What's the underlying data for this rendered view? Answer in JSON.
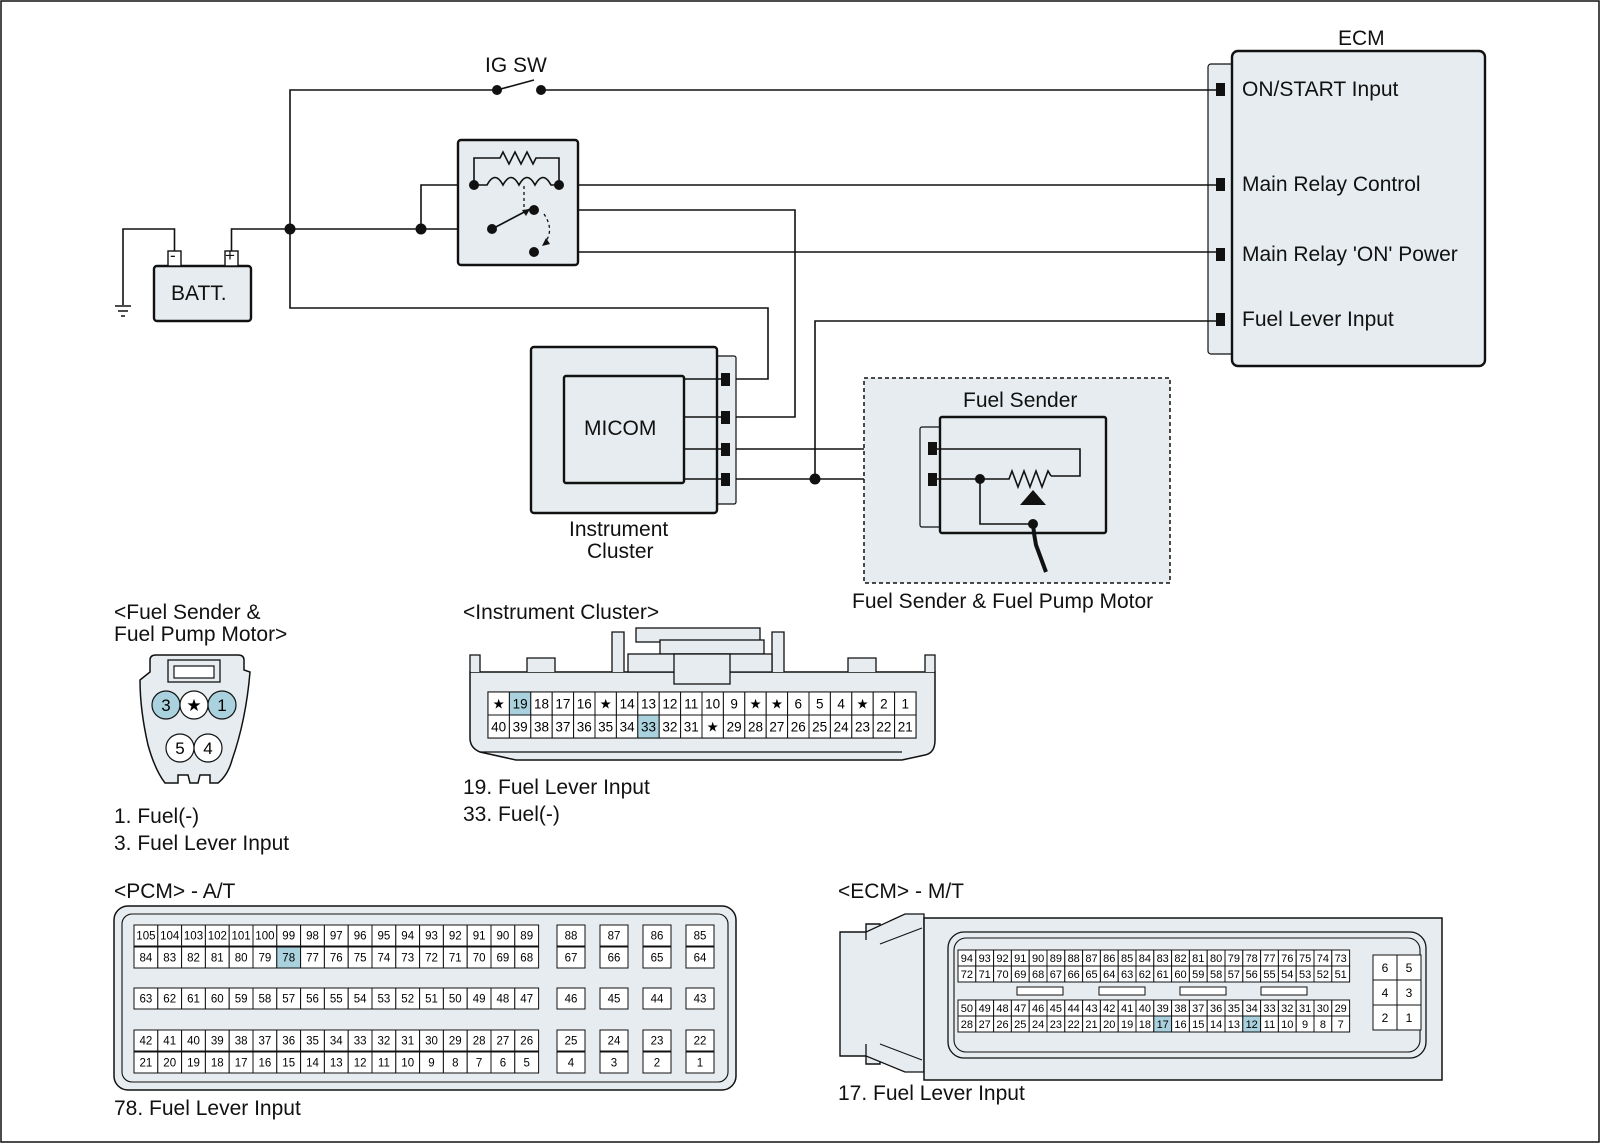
{
  "schematic": {
    "ig_sw": "IG SW",
    "ecm_title": "ECM",
    "ecm_pins": [
      "ON/START Input",
      "Main Relay Control",
      "Main Relay 'ON' Power",
      "Fuel Lever Input"
    ],
    "battery": "BATT.",
    "battery_minus": "-",
    "battery_plus": "+",
    "micom": "MICOM",
    "cluster_label": [
      "Instrument",
      "Cluster"
    ],
    "fuel_sender": "Fuel Sender",
    "fuel_box_label": "Fuel Sender & Fuel Pump Motor"
  },
  "fuel_connector": {
    "title": [
      "<Fuel Sender &",
      "Fuel Pump Motor>"
    ],
    "pins_top": [
      "3",
      "★",
      "1"
    ],
    "pins_bottom": [
      "5",
      "4"
    ],
    "legend": [
      "1. Fuel(-)",
      "3. Fuel Lever Input"
    ]
  },
  "cluster_connector": {
    "title": "<Instrument Cluster>",
    "row1": [
      "★",
      "19",
      "18",
      "17",
      "16",
      "★",
      "14",
      "13",
      "12",
      "11",
      "10",
      "9",
      "★",
      "★",
      "6",
      "5",
      "4",
      "★",
      "2",
      "1"
    ],
    "row2": [
      "40",
      "39",
      "38",
      "37",
      "36",
      "35",
      "34",
      "33",
      "32",
      "31",
      "★",
      "29",
      "28",
      "27",
      "26",
      "25",
      "24",
      "23",
      "22",
      "21"
    ],
    "highlight": [
      "19",
      "33"
    ],
    "legend": [
      "19. Fuel Lever Input",
      "33. Fuel(-)"
    ]
  },
  "pcm_connector": {
    "title": "<PCM> - A/T",
    "r1": [
      "105",
      "104",
      "103",
      "102",
      "101",
      "100",
      "99",
      "98",
      "97",
      "96",
      "95",
      "94",
      "93",
      "92",
      "91",
      "90",
      "89"
    ],
    "r2": [
      "84",
      "83",
      "82",
      "81",
      "80",
      "79",
      "78",
      "77",
      "76",
      "75",
      "74",
      "73",
      "72",
      "71",
      "70",
      "69",
      "68"
    ],
    "r3": [
      "63",
      "62",
      "61",
      "60",
      "59",
      "58",
      "57",
      "56",
      "55",
      "54",
      "53",
      "52",
      "51",
      "50",
      "49",
      "48",
      "47"
    ],
    "r4": [
      "42",
      "41",
      "40",
      "39",
      "38",
      "37",
      "36",
      "35",
      "34",
      "33",
      "32",
      "31",
      "30",
      "29",
      "28",
      "27",
      "26"
    ],
    "r5": [
      "21",
      "20",
      "19",
      "18",
      "17",
      "16",
      "15",
      "14",
      "13",
      "12",
      "11",
      "10",
      "9",
      "8",
      "7",
      "6",
      "5"
    ],
    "side_top": [
      [
        "88",
        "67"
      ],
      [
        "87",
        "66"
      ],
      [
        "86",
        "65"
      ],
      [
        "85",
        "64"
      ]
    ],
    "side_mid": [
      "46",
      "45",
      "44",
      "43"
    ],
    "side_bot": [
      [
        "25",
        "4"
      ],
      [
        "24",
        "3"
      ],
      [
        "23",
        "2"
      ],
      [
        "22",
        "1"
      ]
    ],
    "highlight": [
      "78"
    ],
    "legend": "78. Fuel Lever Input"
  },
  "ecm_connector": {
    "title": "<ECM> - M/T",
    "r1": [
      "94",
      "93",
      "92",
      "91",
      "90",
      "89",
      "88",
      "87",
      "86",
      "85",
      "84",
      "83",
      "82",
      "81",
      "80",
      "79",
      "78",
      "77",
      "76",
      "75",
      "74",
      "73"
    ],
    "r2": [
      "72",
      "71",
      "70",
      "69",
      "68",
      "67",
      "66",
      "65",
      "64",
      "63",
      "62",
      "61",
      "60",
      "59",
      "58",
      "57",
      "56",
      "55",
      "54",
      "53",
      "52",
      "51"
    ],
    "r3": [
      "50",
      "49",
      "48",
      "47",
      "46",
      "45",
      "44",
      "43",
      "42",
      "41",
      "40",
      "39",
      "38",
      "37",
      "36",
      "35",
      "34",
      "33",
      "32",
      "31",
      "30",
      "29"
    ],
    "r4": [
      "28",
      "27",
      "26",
      "25",
      "24",
      "23",
      "22",
      "21",
      "20",
      "19",
      "18",
      "17",
      "16",
      "15",
      "14",
      "13",
      "12",
      "11",
      "10",
      "9",
      "8",
      "7"
    ],
    "side": [
      [
        "6",
        "5"
      ],
      [
        "4",
        "3"
      ],
      [
        "2",
        "1"
      ]
    ],
    "highlight": [
      "17",
      "12"
    ],
    "legend": "17. Fuel Lever Input"
  },
  "colors": {
    "box_fill": "#e6ecef",
    "highlight": "#a9d2de",
    "line": "#111111"
  }
}
